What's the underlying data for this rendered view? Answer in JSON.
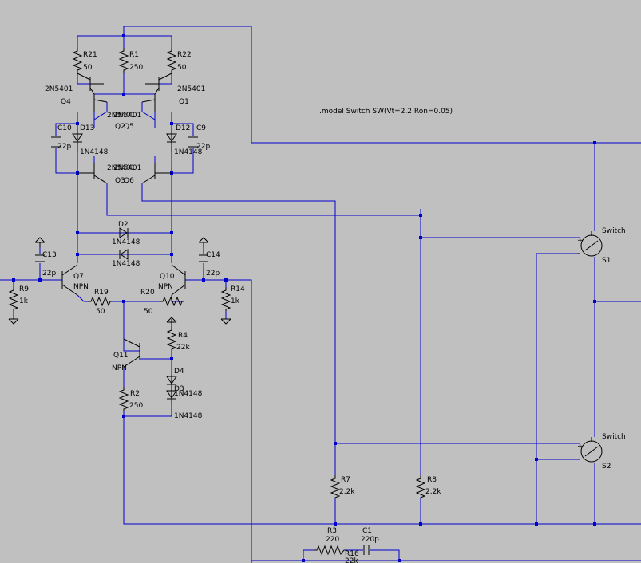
{
  "schematic": {
    "directive": ".model Switch SW(Vt=2.2 Ron=0.05)",
    "components": {
      "R21": {
        "name": "R21",
        "value": "50"
      },
      "R1": {
        "name": "R1",
        "value": "250"
      },
      "R22": {
        "name": "R22",
        "value": "50"
      },
      "Q4": {
        "name": "Q4",
        "model": "2N5401"
      },
      "Q1": {
        "name": "Q1",
        "model": "2N5401"
      },
      "Q2": {
        "name": "Q2",
        "model": "2N5401"
      },
      "Q5": {
        "name": "Q5",
        "model": "2N5401"
      },
      "Q3": {
        "name": "Q3",
        "model": "2N5401"
      },
      "Q6": {
        "name": "Q6",
        "model": "2N5401"
      },
      "C10": {
        "name": "C10",
        "value": "22p"
      },
      "C9": {
        "name": "C9",
        "value": "22p"
      },
      "D13": {
        "name": "D13",
        "model": "1N4148"
      },
      "D12": {
        "name": "D12",
        "model": "1N4148"
      },
      "D2": {
        "name": "D2",
        "model": "1N4148"
      },
      "D1": {
        "model": "1N4148"
      },
      "C13": {
        "name": "C13",
        "value": "22p"
      },
      "C14": {
        "name": "C14",
        "value": "22p"
      },
      "Q7": {
        "name": "Q7",
        "model": "NPN"
      },
      "Q10": {
        "name": "Q10",
        "model": "NPN"
      },
      "R19": {
        "name": "R19",
        "value": "50"
      },
      "R20": {
        "name": "R20",
        "value": "50"
      },
      "R9": {
        "name": "R9",
        "value": "1k"
      },
      "R14": {
        "name": "R14",
        "value": "1k"
      },
      "R4": {
        "name": "R4",
        "value": "22k"
      },
      "Q11": {
        "name": "Q11",
        "model": "NPN"
      },
      "D4": {
        "name": "D4",
        "model": "1N4148"
      },
      "D3": {
        "name": "D3",
        "model": "1N4148"
      },
      "R2": {
        "name": "R2",
        "value": "250"
      },
      "R7": {
        "name": "R7",
        "value": "2.2k"
      },
      "R8": {
        "name": "R8",
        "value": "2.2k"
      },
      "S1": {
        "name": "S1",
        "model": "Switch"
      },
      "S2": {
        "name": "S2",
        "model": "Switch"
      },
      "R3": {
        "name": "R3",
        "value": "220"
      },
      "C1": {
        "name": "C1",
        "value": "220p"
      },
      "R16": {
        "name": "R16",
        "value": "22k"
      }
    }
  },
  "colors": {
    "background": "#c0c0c0",
    "wire": "#0000cc",
    "component": "#000000"
  }
}
